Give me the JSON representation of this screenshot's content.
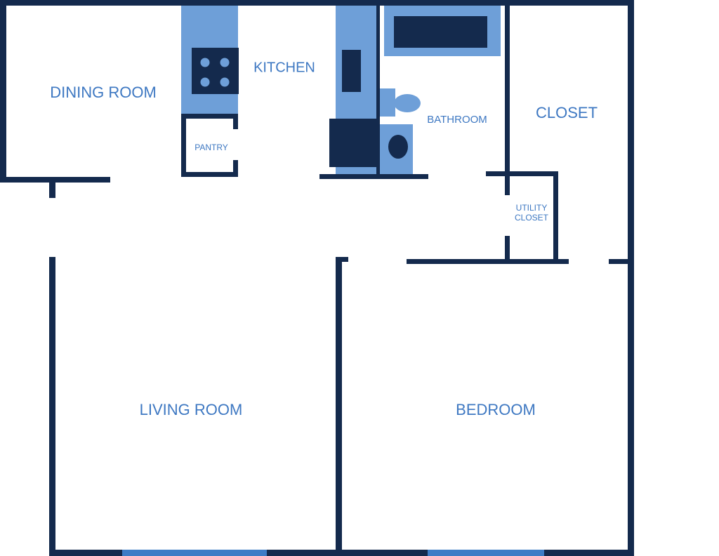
{
  "colors": {
    "wall": "#142a4d",
    "fixture": "#6e9fd8",
    "window": "#3d7cc6",
    "label": "#3e78c2"
  },
  "rooms": {
    "dining_room": "DINING ROOM",
    "kitchen": "KITCHEN",
    "pantry": "PANTRY",
    "bathroom": "BATHROOM",
    "closet": "CLOSET",
    "utility_closet_line1": "UTILITY",
    "utility_closet_line2": "CLOSET",
    "living_room": "LIVING ROOM",
    "bedroom": "BEDROOM"
  }
}
